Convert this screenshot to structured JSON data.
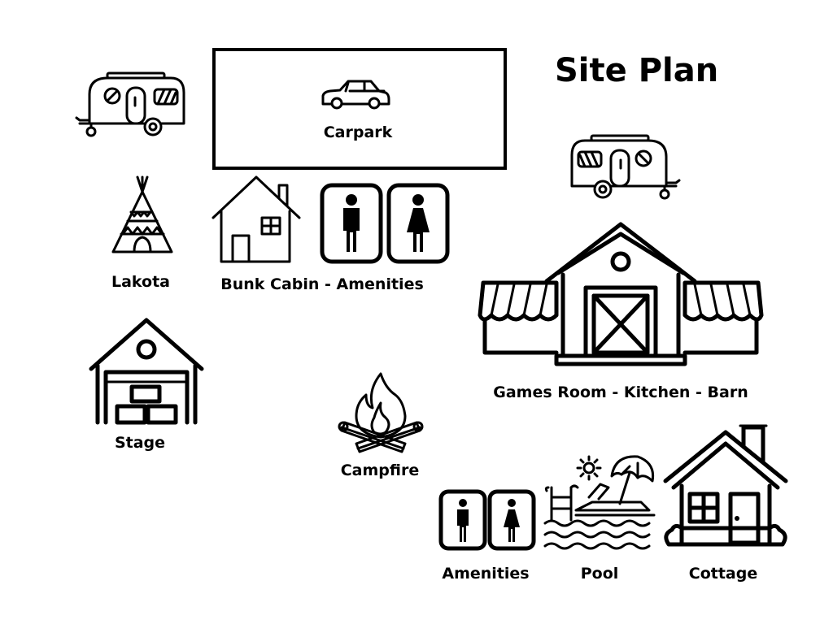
{
  "title": "Site Plan",
  "areas": {
    "carpark": "Carpark",
    "lakota": "Lakota",
    "bunk_cabin": "Bunk Cabin - Amenities",
    "games_room": "Games Room - Kitchen - Barn",
    "stage": "Stage",
    "campfire": "Campfire",
    "amenities": "Amenities",
    "pool": "Pool",
    "cottage": "Cottage"
  },
  "icons": [
    "caravan-icon",
    "car-icon",
    "teepee-icon",
    "house-icon",
    "male-toilet-icon",
    "female-toilet-icon",
    "barn-icon",
    "market-stall-icon",
    "garage-icon",
    "campfire-icon",
    "pool-icon",
    "sun-icon",
    "umbrella-icon",
    "cottage-icon"
  ]
}
